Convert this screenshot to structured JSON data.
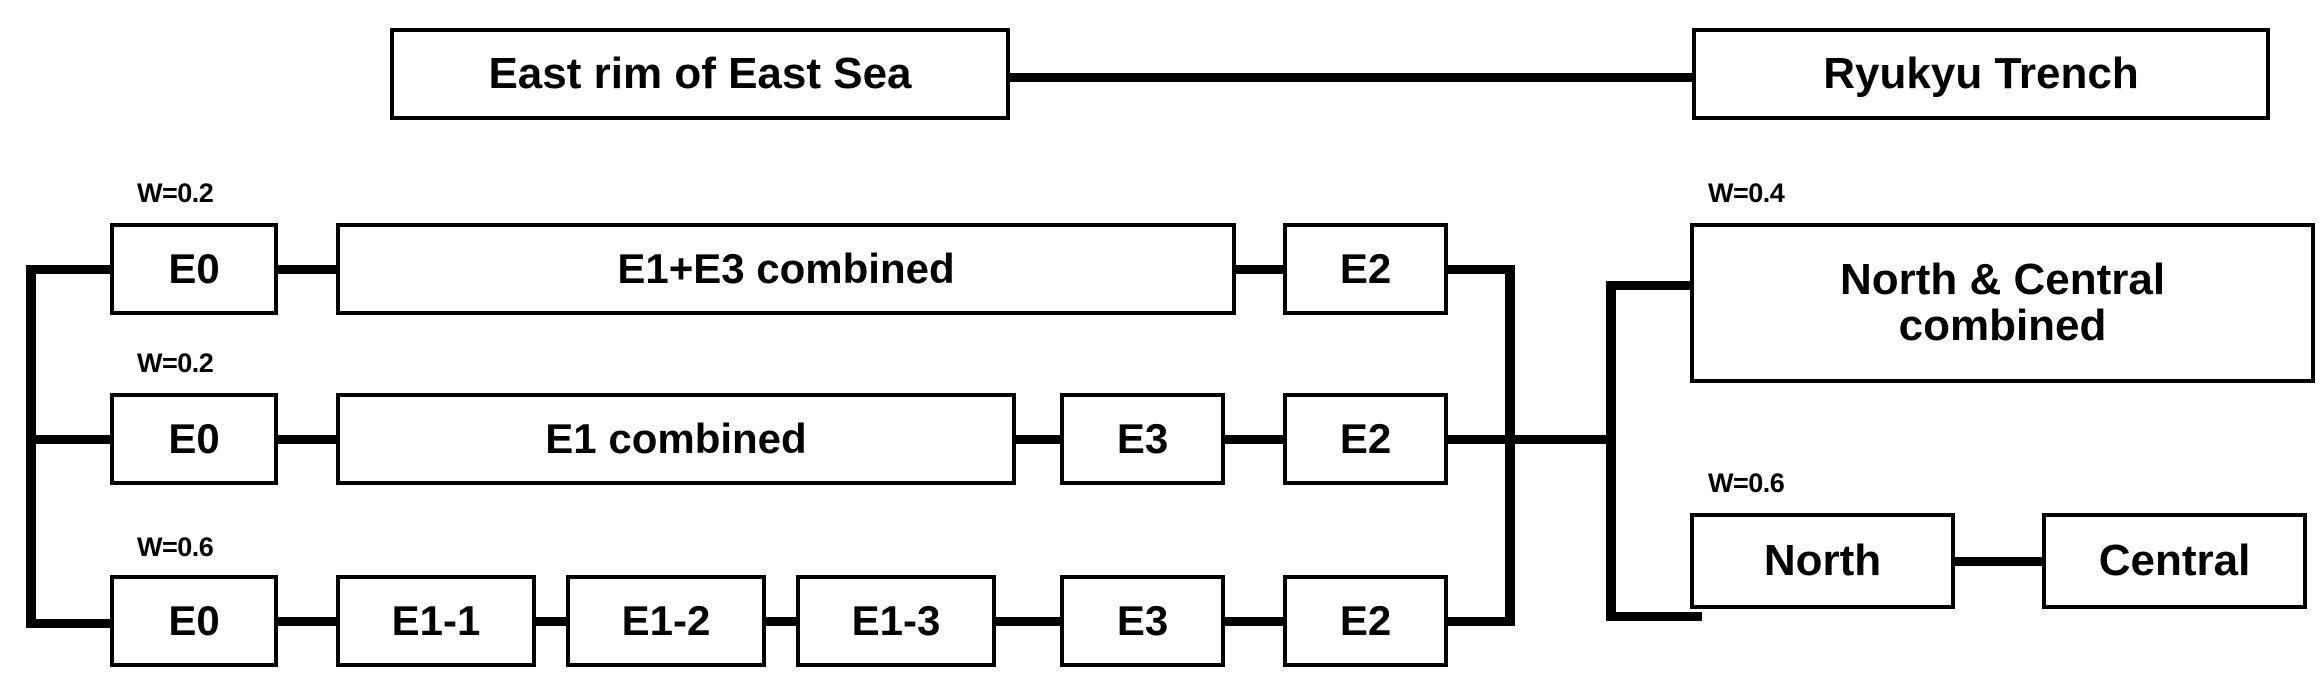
{
  "diagram": {
    "title_row": {
      "left_box": {
        "label": "East rim of East Sea"
      },
      "right_box": {
        "label": "Ryukyu Trench"
      }
    },
    "branches": [
      {
        "weight_label": "W=0.2",
        "nodes": [
          {
            "label": "E0"
          },
          {
            "label": "E1+E3 combined"
          },
          {
            "label": "E2"
          }
        ]
      },
      {
        "weight_label": "W=0.2",
        "nodes": [
          {
            "label": "E0"
          },
          {
            "label": "E1 combined"
          },
          {
            "label": "E3"
          },
          {
            "label": "E2"
          }
        ]
      },
      {
        "weight_label": "W=0.6",
        "nodes": [
          {
            "label": "E0"
          },
          {
            "label": "E1-1"
          },
          {
            "label": "E1-2"
          },
          {
            "label": "E1-3"
          },
          {
            "label": "E3"
          },
          {
            "label": "E2"
          }
        ]
      }
    ],
    "right_branches": [
      {
        "weight_label": "W=0.4",
        "nodes": [
          {
            "label": "North & Central\ncombined"
          }
        ]
      },
      {
        "weight_label": "W=0.6",
        "nodes": [
          {
            "label": "North"
          },
          {
            "label": "Central"
          }
        ]
      }
    ],
    "colors": {
      "stroke": "#000000",
      "fill": "#ffffff",
      "text": "#000000"
    }
  }
}
